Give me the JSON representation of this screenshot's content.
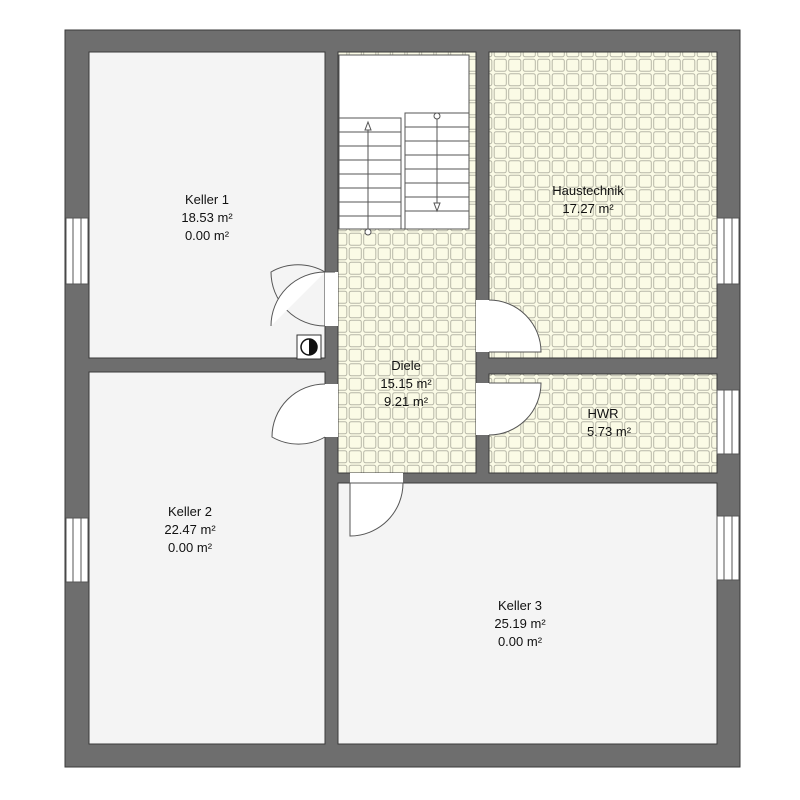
{
  "colors": {
    "wall": "#6e6e6e",
    "wall_stroke": "#3a3a3a",
    "floor_plain": "#f4f4f4",
    "floor_tiled": "#fbfbe6",
    "tile_line": "#b8b8a8",
    "door_line": "#555555"
  },
  "rooms": [
    {
      "id": "keller1",
      "name": "Keller 1",
      "area": "18.53 m²",
      "area2": "0.00 m²"
    },
    {
      "id": "haustechnik",
      "name": "Haustechnik",
      "area": "17.27 m²"
    },
    {
      "id": "diele",
      "name": "Diele",
      "area": "15.15 m²",
      "area2": "9.21 m²"
    },
    {
      "id": "hwr",
      "name": "HWR",
      "area": "5.73 m²"
    },
    {
      "id": "keller2",
      "name": "Keller 2",
      "area": "22.47 m²",
      "area2": "0.00 m²"
    },
    {
      "id": "keller3",
      "name": "Keller 3",
      "area": "25.19 m²",
      "area2": "0.00 m²"
    }
  ],
  "icons": {
    "electric_meter": "half-filled-circle-icon",
    "stair_arrow": "arrow-icon"
  }
}
